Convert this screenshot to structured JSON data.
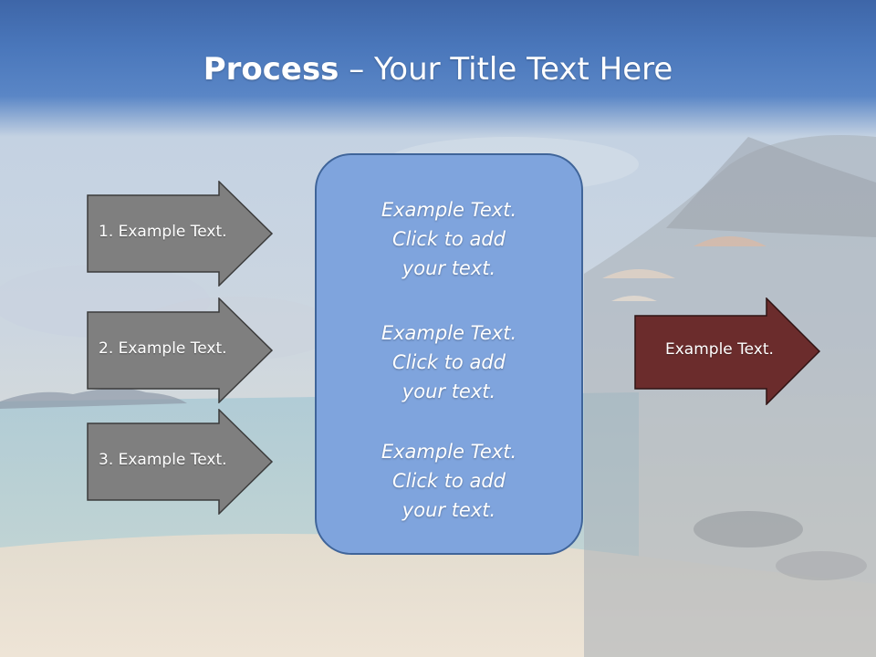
{
  "title": {
    "bold": "Process",
    "rest": " – Your Title Text Here"
  },
  "left_arrows": [
    {
      "label": "1. Example Text."
    },
    {
      "label": "2. Example Text."
    },
    {
      "label": "3. Example Text."
    }
  ],
  "center_box": {
    "items": [
      "Example Text.\nClick  to add\nyour text.",
      "Example Text.\nClick  to add\nyour text.",
      "Example Text.\nClick  to add\nyour text."
    ]
  },
  "right_arrow": {
    "label": "Example Text."
  },
  "colors": {
    "title_band": "#4a77bb",
    "left_arrow_fill": "#7f7f7f",
    "center_box_fill": "#7fa4dd",
    "right_arrow_fill": "#6b2c2c"
  }
}
